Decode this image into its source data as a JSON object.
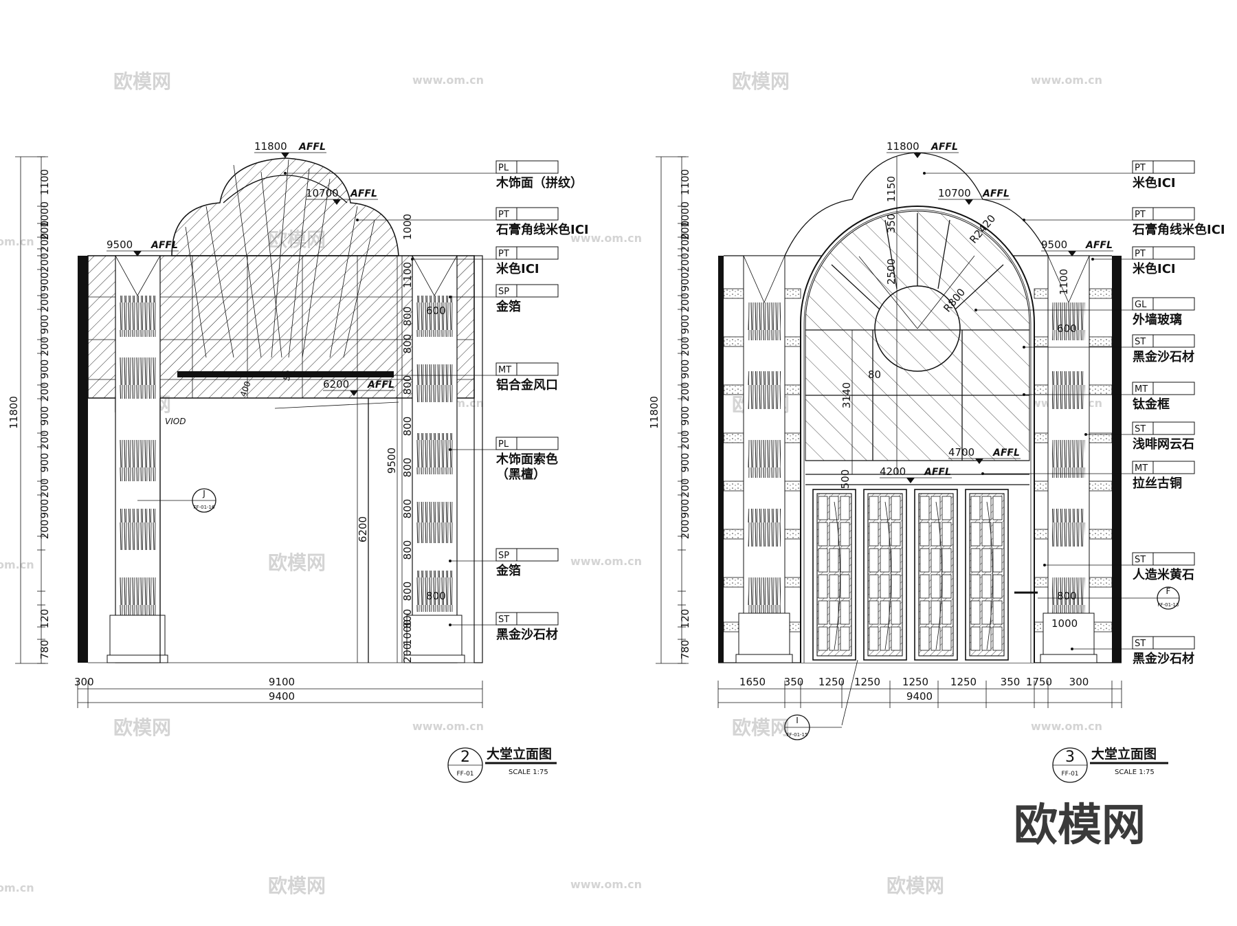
{
  "watermarks": {
    "brand": "欧模网",
    "url": "www.om.cn",
    "url_short": "om.cn",
    "logo_text": "欧模网"
  },
  "left_elevation": {
    "title": "大堂立面图",
    "scale": "SCALE 1:75",
    "badge_number": "2",
    "badge_sheet": "FF-01",
    "overall_height": "11800",
    "level_marks": [
      {
        "value": "11800",
        "suffix": "AFFL"
      },
      {
        "value": "10700",
        "suffix": "AFFL"
      },
      {
        "value": "9500",
        "suffix": "AFFL"
      },
      {
        "value": "6200",
        "suffix": "AFFL"
      }
    ],
    "left_dims": [
      "1100",
      "1000",
      "200",
      "200",
      "200",
      "900",
      "200",
      "900",
      "200",
      "900",
      "200",
      "900",
      "200",
      "900",
      "200",
      "900",
      "200",
      "120",
      "780"
    ],
    "right_dims": [
      "1000",
      "1100",
      "800",
      "800",
      "800",
      "800",
      "800",
      "800",
      "800",
      "800",
      "800",
      "1000",
      "200"
    ],
    "inner_dims": [
      "9500",
      "6200"
    ],
    "small_dims": [
      "600",
      "800"
    ],
    "notes": [
      "VIOD",
      "400",
      "50"
    ],
    "section_ref": {
      "letter": "J",
      "sheet": "FF-01-16"
    },
    "bottom_dims": {
      "left": "300",
      "middle": "9100",
      "total": "9400"
    },
    "callouts": [
      {
        "code": "PL",
        "text": "木饰面（拼纹）"
      },
      {
        "code": "PT",
        "text": "石膏角线米色ICI"
      },
      {
        "code": "PT",
        "text": "米色ICI"
      },
      {
        "code": "SP",
        "text": "金箔"
      },
      {
        "code": "MT",
        "text": "铝合金风口"
      },
      {
        "code": "PL",
        "text": "木饰面索色",
        "text2": "（黑檀）"
      },
      {
        "code": "SP",
        "text": "金箔"
      },
      {
        "code": "ST",
        "text": "黑金沙石材"
      }
    ]
  },
  "right_elevation": {
    "title": "大堂立面图",
    "scale": "SCALE 1:75",
    "badge_number": "3",
    "badge_sheet": "FF-01",
    "overall_height": "11800",
    "level_marks": [
      {
        "value": "11800",
        "suffix": "AFFL"
      },
      {
        "value": "10700",
        "suffix": "AFFL"
      },
      {
        "value": "9500",
        "suffix": "AFFL"
      },
      {
        "value": "4700",
        "suffix": "AFFL"
      },
      {
        "value": "4200",
        "suffix": "AFFL"
      }
    ],
    "inner_dims": [
      "1150",
      "350",
      "2500",
      "3140",
      "500",
      "1100"
    ],
    "radius_labels": [
      "R2420",
      "R800"
    ],
    "small_dims": [
      "80",
      "600",
      "800",
      "1000"
    ],
    "section_ref": {
      "letter": "F",
      "sheet": "FF-01-13"
    },
    "section_ref_bottom": {
      "letter": "I",
      "sheet": "FF-01-15"
    },
    "bottom_dims": [
      "1650",
      "350",
      "1250",
      "1250",
      "1250",
      "1250",
      "350",
      "1750",
      "300"
    ],
    "bottom_total": "9400",
    "callouts": [
      {
        "code": "PT",
        "text": "米色ICI"
      },
      {
        "code": "PT",
        "text": "石膏角线米色ICI"
      },
      {
        "code": "PT",
        "text": "米色ICI"
      },
      {
        "code": "GL",
        "text": "外墙玻璃"
      },
      {
        "code": "ST",
        "text": "黑金沙石材"
      },
      {
        "code": "MT",
        "text": "钛金框"
      },
      {
        "code": "ST",
        "text": "浅啡网云石"
      },
      {
        "code": "MT",
        "text": "拉丝古铜"
      },
      {
        "code": "ST",
        "text": "人造米黄石"
      },
      {
        "code": "ST",
        "text": "黑金沙石材"
      }
    ]
  }
}
